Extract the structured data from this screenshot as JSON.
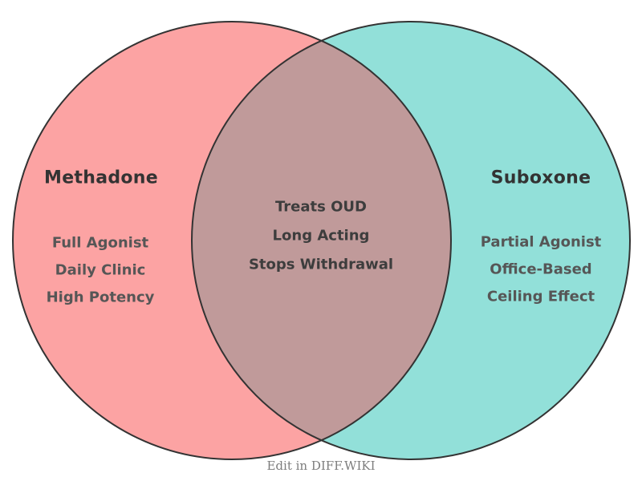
{
  "venn": {
    "left": {
      "title": "Methadone",
      "items": [
        "Full Agonist",
        "Daily Clinic",
        "High Potency"
      ],
      "color": "#FCA3A3"
    },
    "right": {
      "title": "Suboxone",
      "items": [
        "Partial Agonist",
        "Office-Based",
        "Ceiling Effect"
      ],
      "color": "#92E0D9"
    },
    "overlap": {
      "items": [
        "Treats OUD",
        "Long Acting",
        "Stops Withdrawal"
      ],
      "color": "#C09A9A"
    },
    "stroke_color": "#333333"
  },
  "footer": {
    "label": "Edit in DIFF.WIKI"
  }
}
